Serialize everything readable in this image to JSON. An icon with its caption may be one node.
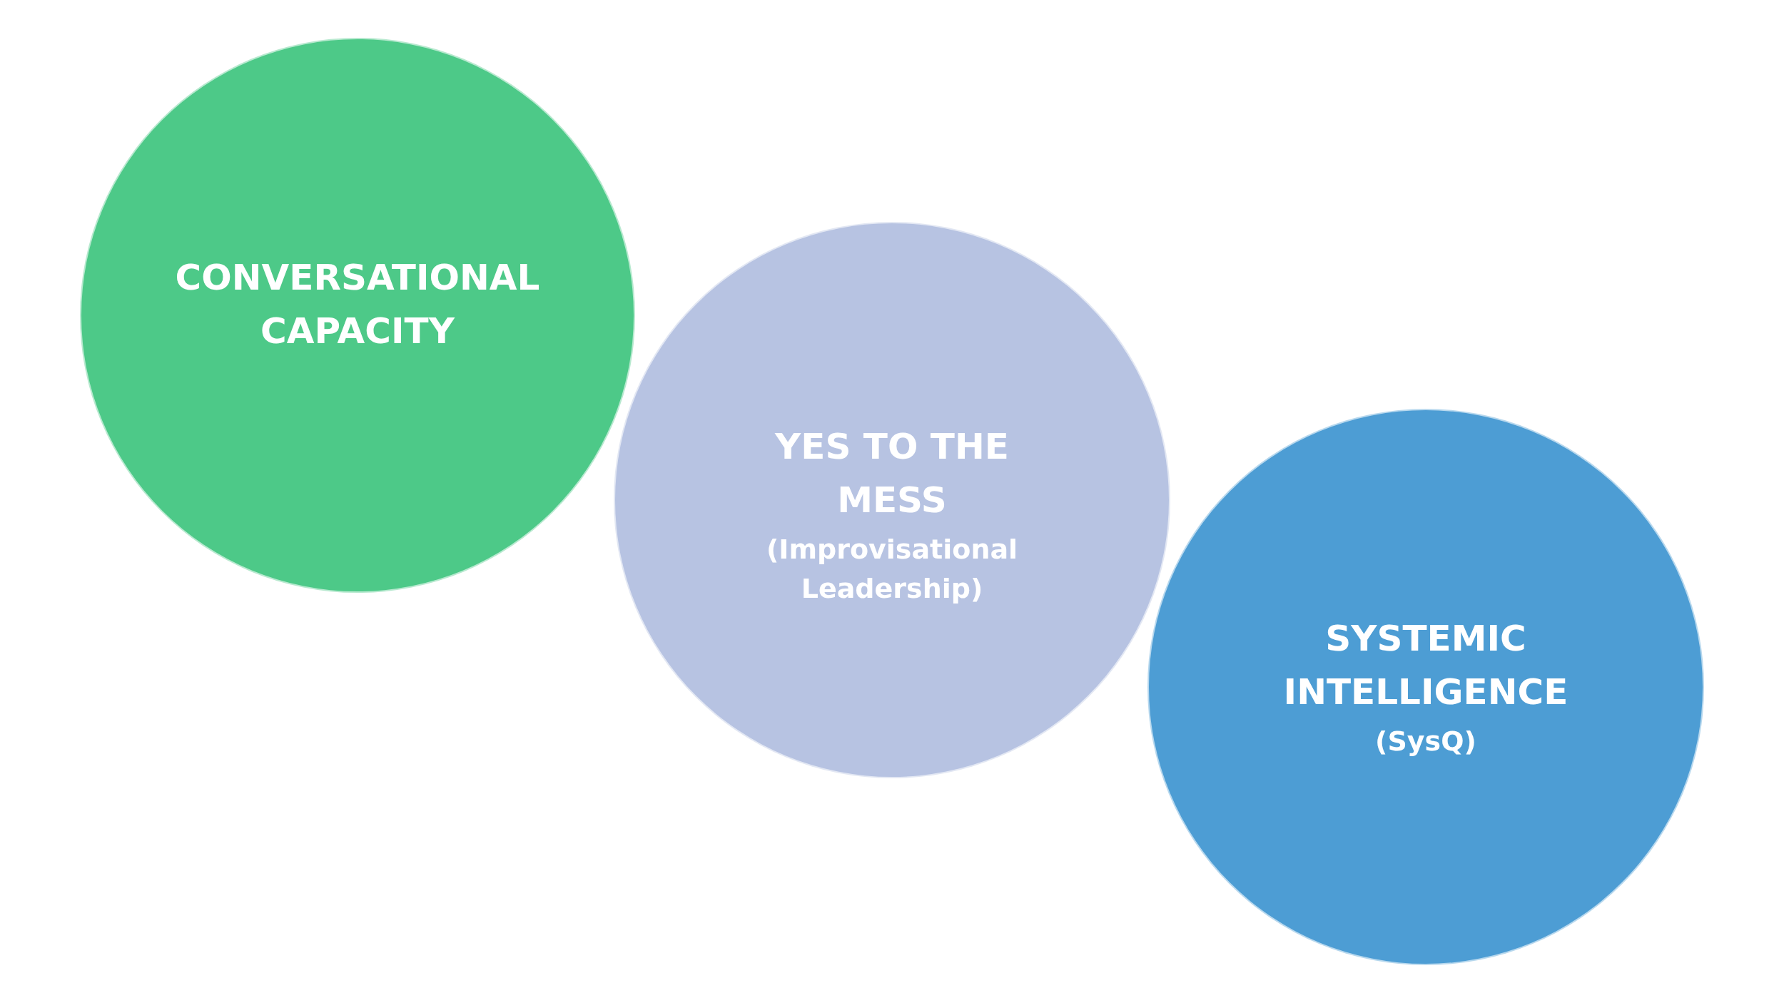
{
  "diagram": {
    "nodes": [
      {
        "text": [
          "CONVERSATIONAL CAPACITY"
        ]
      },
      {
        "text": [
          "YES TO THE MESS",
          "(Improvisational Leadership)"
        ]
      },
      {
        "text": [
          "SYSTEMIC INTELLIGENCE",
          "(SysQ)"
        ]
      }
    ]
  }
}
